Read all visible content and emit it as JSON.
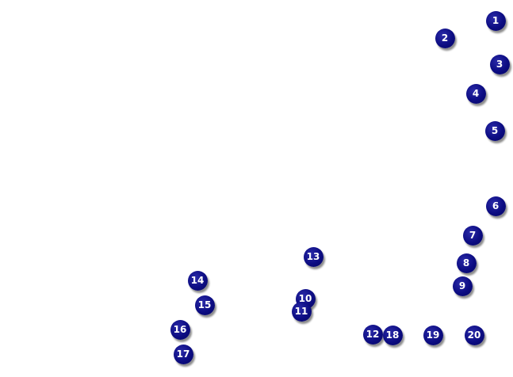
{
  "markers": [
    {
      "label": "1"
    },
    {
      "label": "2"
    },
    {
      "label": "3"
    },
    {
      "label": "4"
    },
    {
      "label": "5"
    },
    {
      "label": "6"
    },
    {
      "label": "7"
    },
    {
      "label": "8"
    },
    {
      "label": "9"
    },
    {
      "label": "10"
    },
    {
      "label": "11"
    },
    {
      "label": "12"
    },
    {
      "label": "13"
    },
    {
      "label": "14"
    },
    {
      "label": "15"
    },
    {
      "label": "16"
    },
    {
      "label": "17"
    },
    {
      "label": "18"
    },
    {
      "label": "19"
    },
    {
      "label": "20"
    }
  ],
  "colors": {
    "marker_fill": "#0c0c82",
    "marker_text": "#ffffff",
    "background": "#ffffff"
  }
}
